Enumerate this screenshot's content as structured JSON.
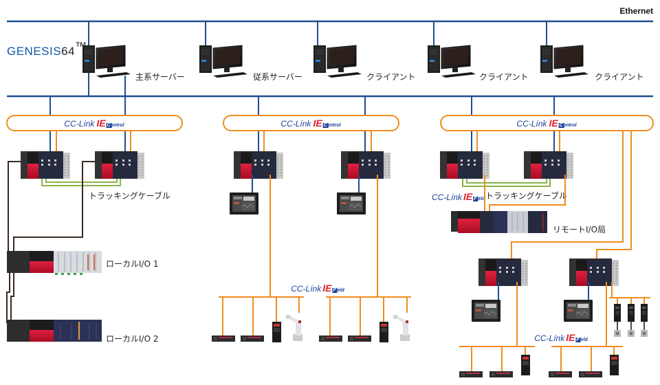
{
  "title": "GENESIS64 system configuration",
  "network_label": "Ethernet",
  "logo": {
    "main": "GENESIS",
    "suffix": "64",
    "mark": "™"
  },
  "computers": [
    {
      "label": "主系サーバー"
    },
    {
      "label": "従系サーバー"
    },
    {
      "label": "クライアント"
    },
    {
      "label": "クライアント"
    },
    {
      "label": "クライアント"
    }
  ],
  "cclink_control": {
    "prefix": "CC-Línk",
    "ie": "IE",
    "variant_letter": "C",
    "variant": "ontrol"
  },
  "cclink_field": {
    "prefix": "CC-Línk",
    "ie": "IE",
    "variant_letter": "F",
    "variant": "ield"
  },
  "labels": {
    "tracking_cable_1": "トラッキングケーブル",
    "tracking_cable_2": "トラッキングケーブル",
    "local_io_1": "ローカルI/O 1",
    "local_io_2": "ローカルI/O 2",
    "remote_io": "リモートI/O局"
  },
  "colors": {
    "ethernet": "#1d4f91",
    "cclink": "#f08c1e",
    "tracking": "#8ab34a",
    "io_cable": "#3a2a22",
    "plc_red": "#c8102e"
  }
}
